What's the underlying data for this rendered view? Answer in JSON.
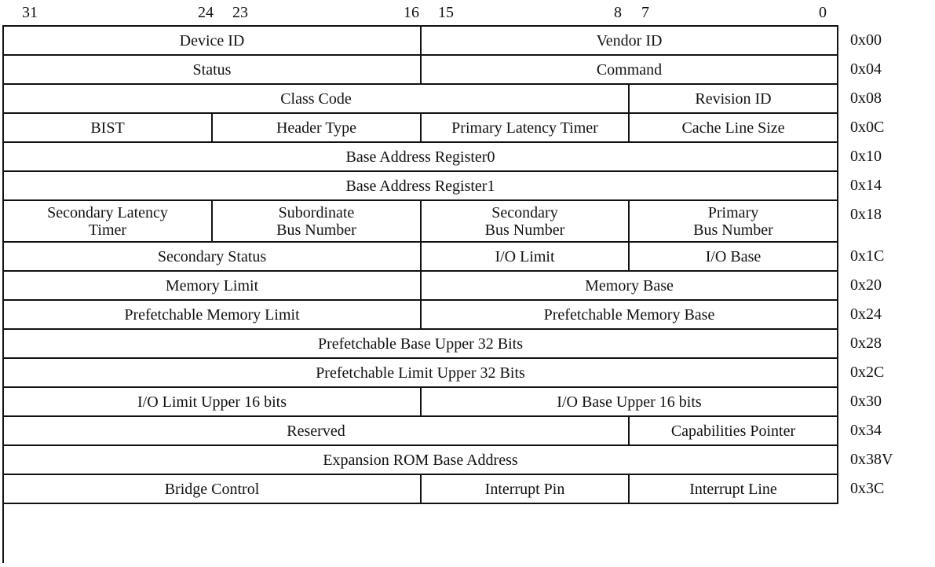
{
  "bit_labels": [
    "31",
    "24",
    "23",
    "16",
    "15",
    "8",
    "7",
    "0"
  ],
  "rows": [
    {
      "offset": "0x00",
      "cells": [
        {
          "text": "Device ID",
          "span": 16
        },
        {
          "text": "Vendor ID",
          "span": 16
        }
      ]
    },
    {
      "offset": "0x04",
      "cells": [
        {
          "text": "Status",
          "span": 16
        },
        {
          "text": "Command",
          "span": 16
        }
      ]
    },
    {
      "offset": "0x08",
      "cells": [
        {
          "text": "Class Code",
          "span": 24
        },
        {
          "text": "Revision ID",
          "span": 8
        }
      ]
    },
    {
      "offset": "0x0C",
      "cells": [
        {
          "text": "BIST",
          "span": 8
        },
        {
          "text": "Header Type",
          "span": 8
        },
        {
          "text": "Primary Latency Timer",
          "span": 8
        },
        {
          "text": "Cache Line Size",
          "span": 8
        }
      ]
    },
    {
      "offset": "0x10",
      "cells": [
        {
          "text": "Base Address Register0",
          "span": 32
        }
      ]
    },
    {
      "offset": "0x14",
      "cells": [
        {
          "text": "Base Address Register1",
          "span": 32
        }
      ]
    },
    {
      "offset": "0x18",
      "cells": [
        {
          "text": "Secondary Latency\nTimer",
          "span": 8
        },
        {
          "text": "Subordinate\nBus Number",
          "span": 8
        },
        {
          "text": "Secondary\nBus Number",
          "span": 8
        },
        {
          "text": "Primary\nBus Number",
          "span": 8
        }
      ]
    },
    {
      "offset": "0x1C",
      "cells": [
        {
          "text": "Secondary Status",
          "span": 16
        },
        {
          "text": "I/O Limit",
          "span": 8
        },
        {
          "text": "I/O Base",
          "span": 8
        }
      ]
    },
    {
      "offset": "0x20",
      "cells": [
        {
          "text": "Memory Limit",
          "span": 16
        },
        {
          "text": "Memory Base",
          "span": 16
        }
      ]
    },
    {
      "offset": "0x24",
      "cells": [
        {
          "text": "Prefetchable Memory Limit",
          "span": 16
        },
        {
          "text": "Prefetchable Memory Base",
          "span": 16
        }
      ]
    },
    {
      "offset": "0x28",
      "cells": [
        {
          "text": "Prefetchable Base Upper 32 Bits",
          "span": 32
        }
      ]
    },
    {
      "offset": "0x2C",
      "cells": [
        {
          "text": "Prefetchable Limit Upper 32 Bits",
          "span": 32
        }
      ]
    },
    {
      "offset": "0x30",
      "cells": [
        {
          "text": "I/O Limit Upper 16 bits",
          "span": 16
        },
        {
          "text": "I/O Base Upper 16 bits",
          "span": 16
        }
      ]
    },
    {
      "offset": "0x34",
      "cells": [
        {
          "text": "Reserved",
          "span": 24
        },
        {
          "text": "Capabilities Pointer",
          "span": 8
        }
      ]
    },
    {
      "offset": "0x38V",
      "cells": [
        {
          "text": "Expansion ROM Base Address",
          "span": 32
        }
      ]
    },
    {
      "offset": "0x3C",
      "cells": [
        {
          "text": "Bridge Control",
          "span": 16
        },
        {
          "text": "Interrupt Pin",
          "span": 8
        },
        {
          "text": "Interrupt Line",
          "span": 8
        }
      ]
    }
  ]
}
